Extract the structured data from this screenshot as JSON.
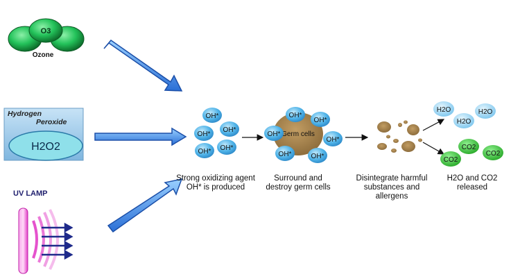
{
  "sources": {
    "ozone": {
      "molecule_label": "O3",
      "name": "Ozone"
    },
    "hydrogen_peroxide": {
      "title_line1": "Hydrogen",
      "title_line2": "Peroxide",
      "formula": "H2O2"
    },
    "uv_lamp": {
      "label": "UV LAMP"
    }
  },
  "process": {
    "oh_radical": "OH*",
    "germ_cells": "Germ cells",
    "h2o": "H2O",
    "co2": "CO2"
  },
  "captions": {
    "step1_line1": "Strong oxidizing agent",
    "step1_line2": "OH* is produced",
    "step2_line1": "Surround and",
    "step2_line2": "destroy germ cells",
    "step3_line1": "Disintegrate harmful",
    "step3_line2": "substances and allergens",
    "step4_line1": "H2O and CO2",
    "step4_line2": "released"
  },
  "colors": {
    "oh_blue": "#4fb3e8",
    "germ_brown": "#9a7a4a",
    "h2o_light_blue": "#8fd0f0",
    "co2_green": "#3fbf3f",
    "ozone_green": "#22bb55",
    "hp_bg": "#9cc8e8",
    "uv_pink": "#e23fc8",
    "arrow_blue": "#2a6fd6"
  }
}
